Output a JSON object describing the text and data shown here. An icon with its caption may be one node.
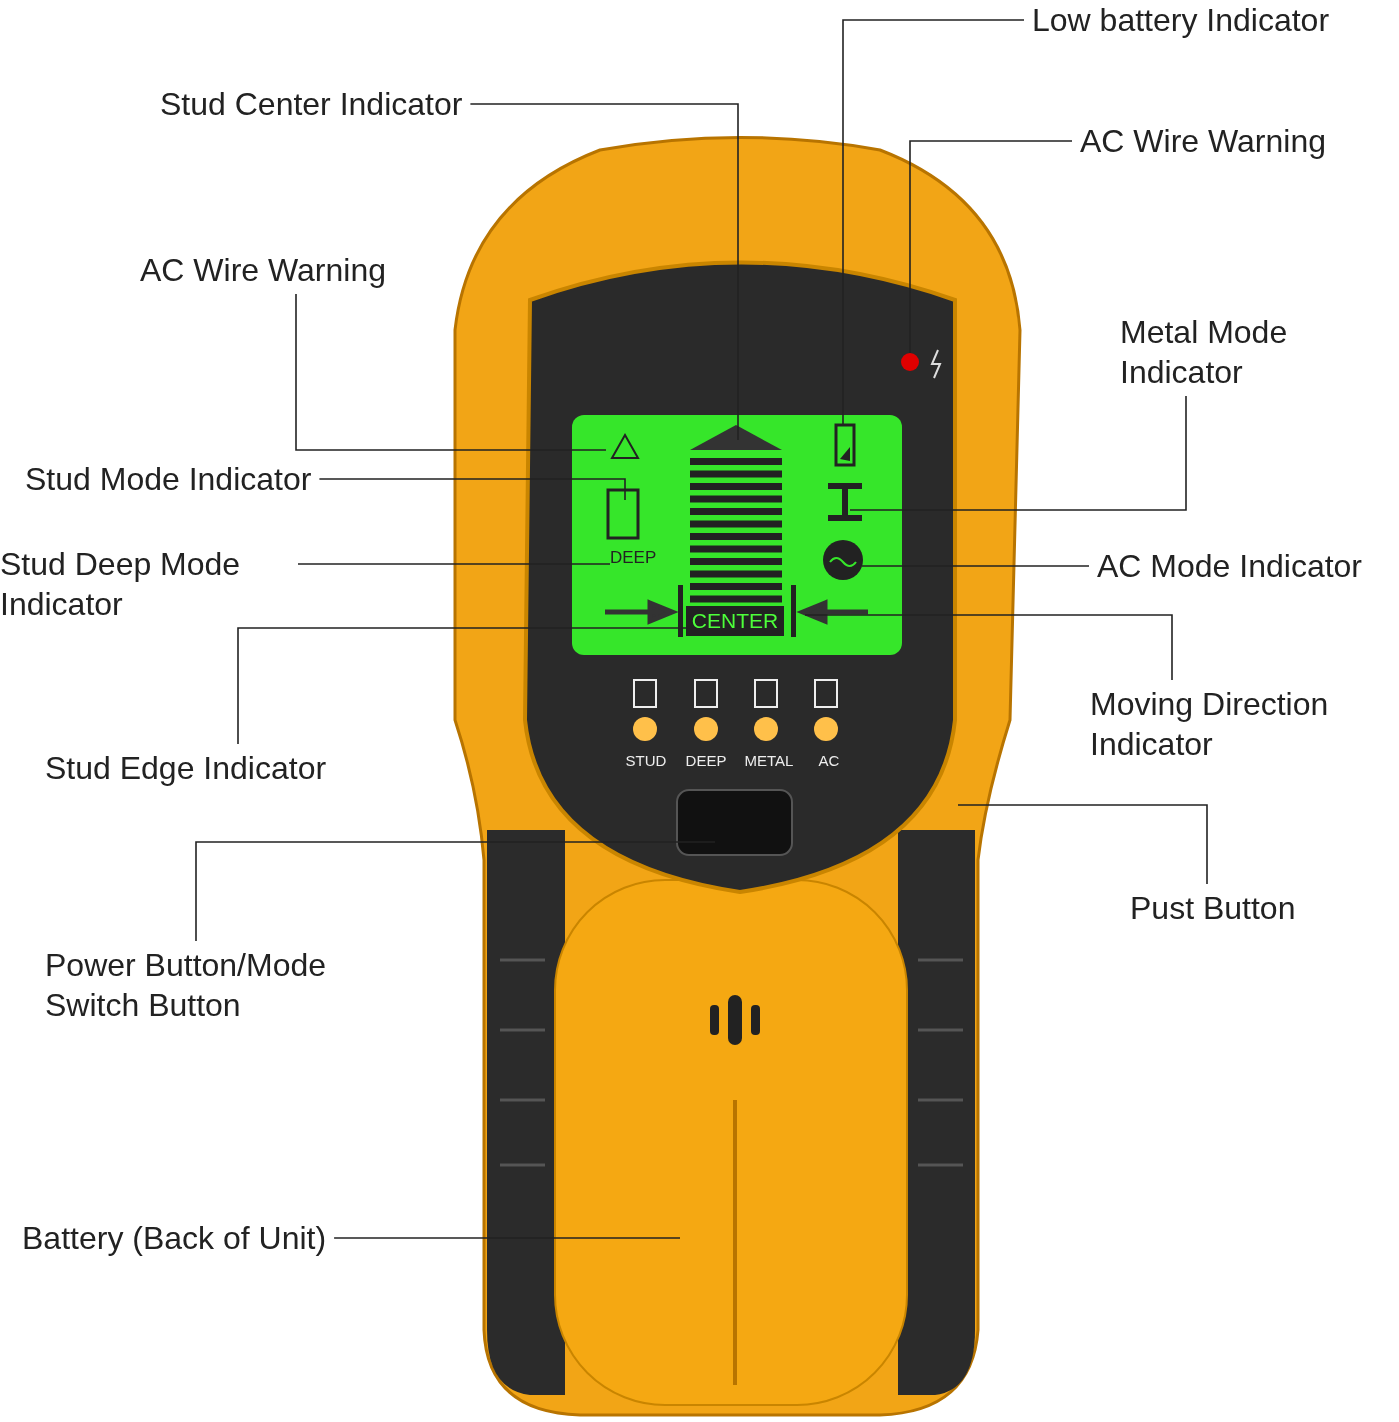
{
  "diagram": {
    "nodes": [
      {
        "text": [
          "Low battery Indicator"
        ]
      },
      {
        "text": [
          "Stud Center Indicator"
        ]
      },
      {
        "text": [
          "AC Wire Warning"
        ]
      },
      {
        "text": [
          "AC Wire Warning"
        ]
      },
      {
        "text": [
          "Metal Mode Indicator"
        ]
      },
      {
        "text": [
          "Stud Mode Indicator"
        ]
      },
      {
        "text": [
          "Stud Deep Mode Indicator"
        ]
      },
      {
        "text": [
          "AC Mode Indicator"
        ]
      },
      {
        "text": [
          "Moving Direction Indicator"
        ]
      },
      {
        "text": [
          "Stud Edge Indicator"
        ]
      },
      {
        "text": [
          "Pust Button"
        ]
      },
      {
        "text": [
          "Power Button/Mode Switch Button"
        ]
      },
      {
        "text": [
          "Battery (Back of Unit)"
        ]
      },
      {
        "text": [
          "DEEP"
        ]
      },
      {
        "text": [
          "CENTER"
        ]
      },
      {
        "text": [],
        "shape": "picture"
      }
    ],
    "edges": [
      {
        "from": 0,
        "to": 15,
        "arrow": "none"
      },
      {
        "from": 1,
        "to": null,
        "arrow": "none"
      },
      {
        "from": 2,
        "to": null,
        "arrow": "none"
      },
      {
        "from": 3,
        "to": null,
        "arrow": "none"
      },
      {
        "from": 4,
        "to": null,
        "arrow": "none"
      },
      {
        "from": 5,
        "to": null,
        "arrow": "none"
      },
      {
        "from": 6,
        "to": 13,
        "arrow": "none"
      },
      {
        "from": 7,
        "to": null,
        "arrow": "none"
      },
      {
        "from": 8,
        "to": null,
        "arrow": "none"
      },
      {
        "from": 9,
        "to": 14,
        "arrow": "none"
      },
      {
        "from": 10,
        "to": null,
        "arrow": "none"
      },
      {
        "from": 11,
        "to": null,
        "arrow": "none"
      },
      {
        "from": 12,
        "to": null,
        "arrow": "none"
      }
    ],
    "labels": [
      "STUD",
      "DEEP",
      "METAL",
      "AC"
    ]
  }
}
